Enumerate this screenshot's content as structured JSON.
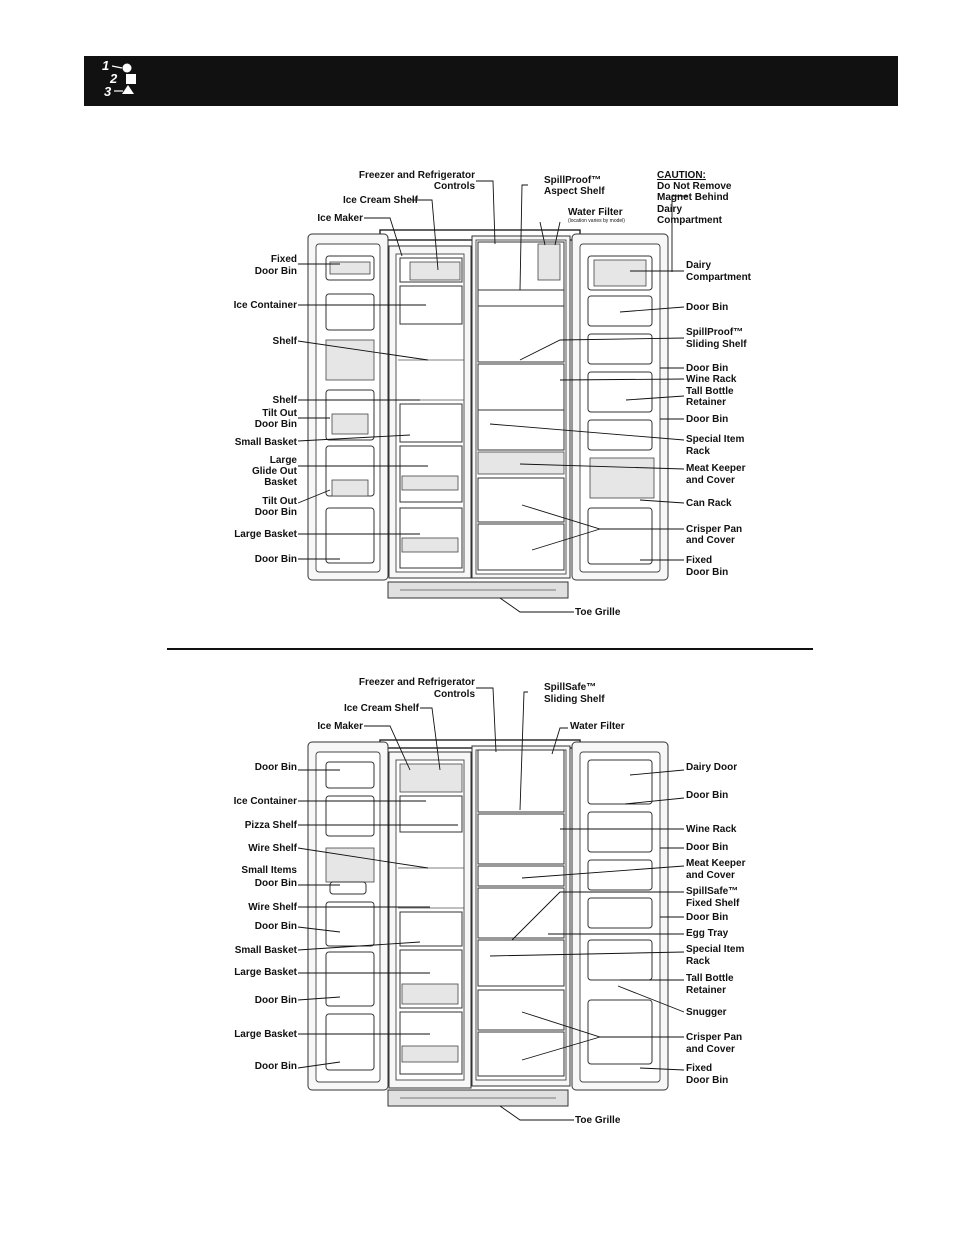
{
  "logo": {
    "steps": [
      "1",
      "2",
      "3"
    ]
  },
  "diagram1": {
    "labels": {
      "controls": [
        "Freezer and Refrigerator",
        "Controls"
      ],
      "spillproof_aspect": [
        "SpillProof™",
        "Aspect Shelf"
      ],
      "ice_cream_shelf": "Ice Cream Shelf",
      "ice_maker": "Ice Maker",
      "water_filter": "Water Filter",
      "water_filter_note": "(location varies by model)",
      "caution": [
        "CAUTION:",
        "Do Not Remove",
        "Magnet Behind",
        "Dairy",
        "Compartment"
      ],
      "fixed_door_bin": [
        "Fixed",
        "Door Bin"
      ],
      "ice_container": "Ice Container",
      "shelf1": "Shelf",
      "shelf2": "Shelf",
      "tilt_out1": [
        "Tilt Out",
        "Door Bin"
      ],
      "small_basket": "Small Basket",
      "large_glide": [
        "Large",
        "Glide Out",
        "Basket"
      ],
      "tilt_out2": [
        "Tilt Out",
        "Door Bin"
      ],
      "large_basket": "Large Basket",
      "door_bin_left": "Door Bin",
      "dairy_compartment": [
        "Dairy",
        "Compartment"
      ],
      "door_bin_r1": "Door Bin",
      "spillproof_sliding": [
        "SpillProof™",
        "Sliding Shelf"
      ],
      "door_bin_r2": "Door Bin",
      "wine_rack": "Wine Rack",
      "tall_bottle": [
        "Tall Bottle",
        "Retainer"
      ],
      "door_bin_r3": "Door Bin",
      "special_item": [
        "Special Item",
        "Rack"
      ],
      "meat_keeper": [
        "Meat Keeper",
        "and Cover"
      ],
      "can_rack": "Can Rack",
      "crisper": [
        "Crisper Pan",
        "and Cover"
      ],
      "fixed_door_bin_r": [
        "Fixed",
        "Door Bin"
      ],
      "toe_grille": "Toe Grille"
    }
  },
  "diagram2": {
    "labels": {
      "controls": [
        "Freezer and Refrigerator",
        "Controls"
      ],
      "spillsafe_sliding": [
        "SpillSafe™",
        "Sliding Shelf"
      ],
      "ice_cream_shelf": "Ice Cream Shelf",
      "ice_maker": "Ice Maker",
      "water_filter": "Water Filter",
      "door_bin1": "Door Bin",
      "ice_container": "Ice Container",
      "pizza_shelf": "Pizza Shelf",
      "wire_shelf1": "Wire Shelf",
      "small_items": [
        "Small Items",
        "Door Bin"
      ],
      "wire_shelf2": "Wire Shelf",
      "door_bin2": "Door Bin",
      "small_basket": "Small Basket",
      "large_basket1": "Large Basket",
      "door_bin3": "Door Bin",
      "large_basket2": "Large Basket",
      "door_bin4": "Door Bin",
      "dairy_door": "Dairy Door",
      "door_bin_r1": "Door Bin",
      "wine_rack": "Wine Rack",
      "door_bin_r2": "Door Bin",
      "meat_keeper": [
        "Meat Keeper",
        "and Cover"
      ],
      "spillsafe_fixed": [
        "SpillSafe™",
        "Fixed Shelf"
      ],
      "door_bin_r3": "Door Bin",
      "egg_tray": "Egg Tray",
      "special_item": [
        "Special Item",
        "Rack"
      ],
      "tall_bottle": [
        "Tall Bottle",
        "Retainer"
      ],
      "snugger": "Snugger",
      "crisper": [
        "Crisper Pan",
        "and Cover"
      ],
      "fixed_door_bin": [
        "Fixed",
        "Door Bin"
      ],
      "toe_grille": "Toe Grille"
    }
  }
}
